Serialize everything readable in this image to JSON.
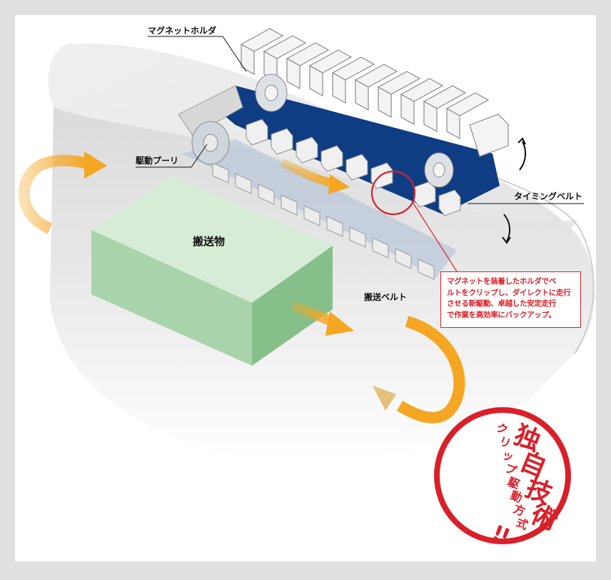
{
  "labels": {
    "magnet_holder": "マグネットホルダ",
    "drive_pulley": "駆動プーリ",
    "timing_belt": "タイミングベルト",
    "conveyed_object": "搬送物",
    "conveyor_belt": "搬送ベルト"
  },
  "callout": {
    "lines": [
      "マグネットを装着したホルダでベ",
      "ルトをクリップし、ダイレクトに走行",
      "させる新駆動、卓越した安定走行",
      "で作業を高効率にバックアップ。"
    ]
  },
  "stamp": {
    "main": "独自技術",
    "sub": "クリップ駆動方式",
    "exclaim": "!!"
  },
  "colors": {
    "background": "#e0e0e0",
    "panel": "#ffffff",
    "navy": "#0f3d84",
    "arrow_orange": "#f5a623",
    "object_green": "#a9d4ab",
    "accent_red": "#d9202a"
  }
}
